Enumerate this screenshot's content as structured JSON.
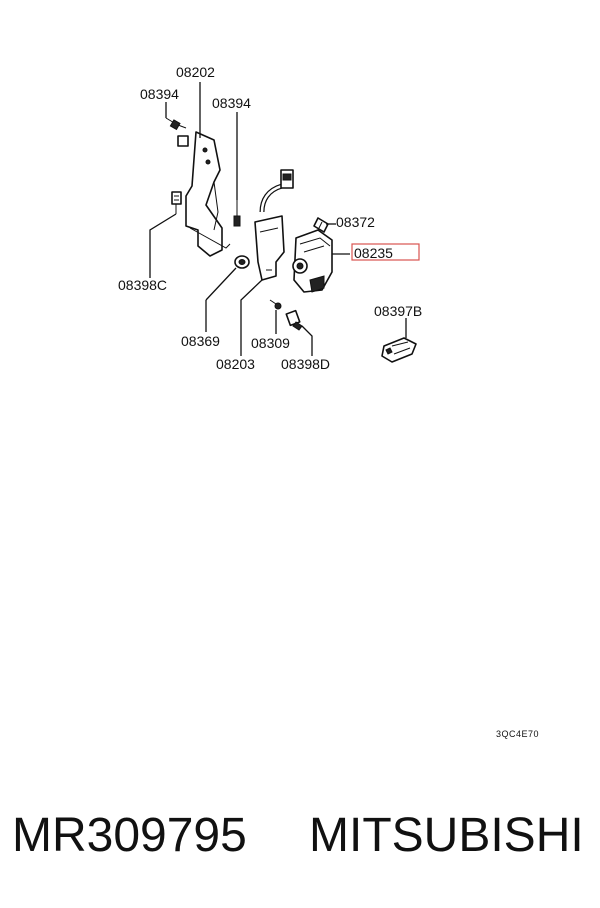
{
  "labels": {
    "p08202": "08202",
    "p08394a": "08394",
    "p08394b": "08394",
    "p08372": "08372",
    "p08235": "08235",
    "p08398C": "08398C",
    "p08369": "08369",
    "p08309": "08309",
    "p08203": "08203",
    "p08398D": "08398D",
    "p08397B": "08397B"
  },
  "diagram_code": "3QC4E70",
  "caption": {
    "part_number": "MR309795",
    "brand": "MITSUBISHI"
  },
  "colors": {
    "highlight": "#d9534f",
    "ink": "#111111"
  }
}
